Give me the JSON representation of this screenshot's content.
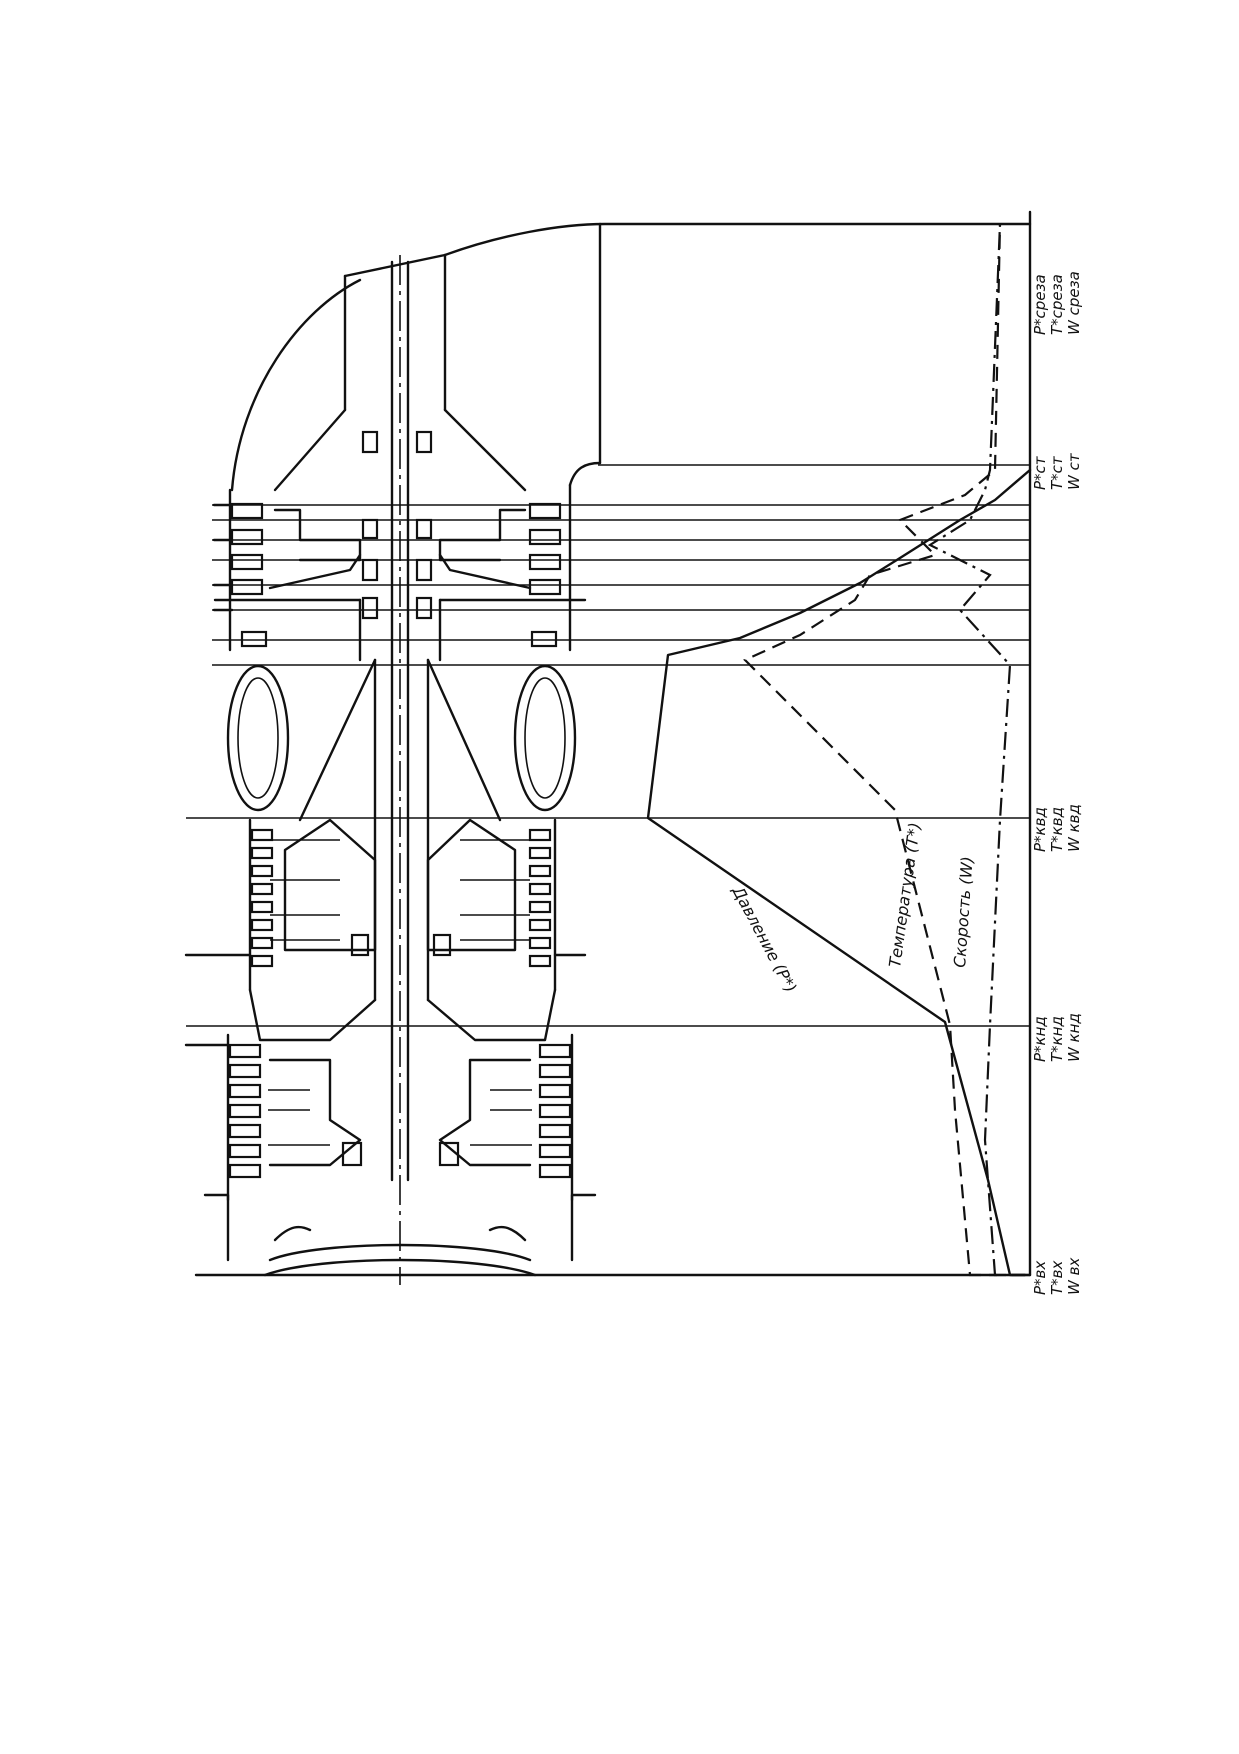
{
  "stations": [
    {
      "id": "vx",
      "labels": [
        "P*вх",
        "T*вх",
        "W вх"
      ]
    },
    {
      "id": "knd",
      "labels": [
        "P*кнд",
        "T*кнд",
        "W кнд"
      ]
    },
    {
      "id": "kvd",
      "labels": [
        "P*квд",
        "T*квд",
        "W квд"
      ]
    },
    {
      "id": "st",
      "labels": [
        "P*ст",
        "T*ст",
        "W ст"
      ]
    },
    {
      "id": "sreza",
      "labels": [
        "P*среза",
        "T*среза",
        "W среза"
      ]
    }
  ],
  "curves": {
    "pressure": "Давление (P*)",
    "temperature": "Температура (T*)",
    "speed": "Скорость (W)"
  }
}
